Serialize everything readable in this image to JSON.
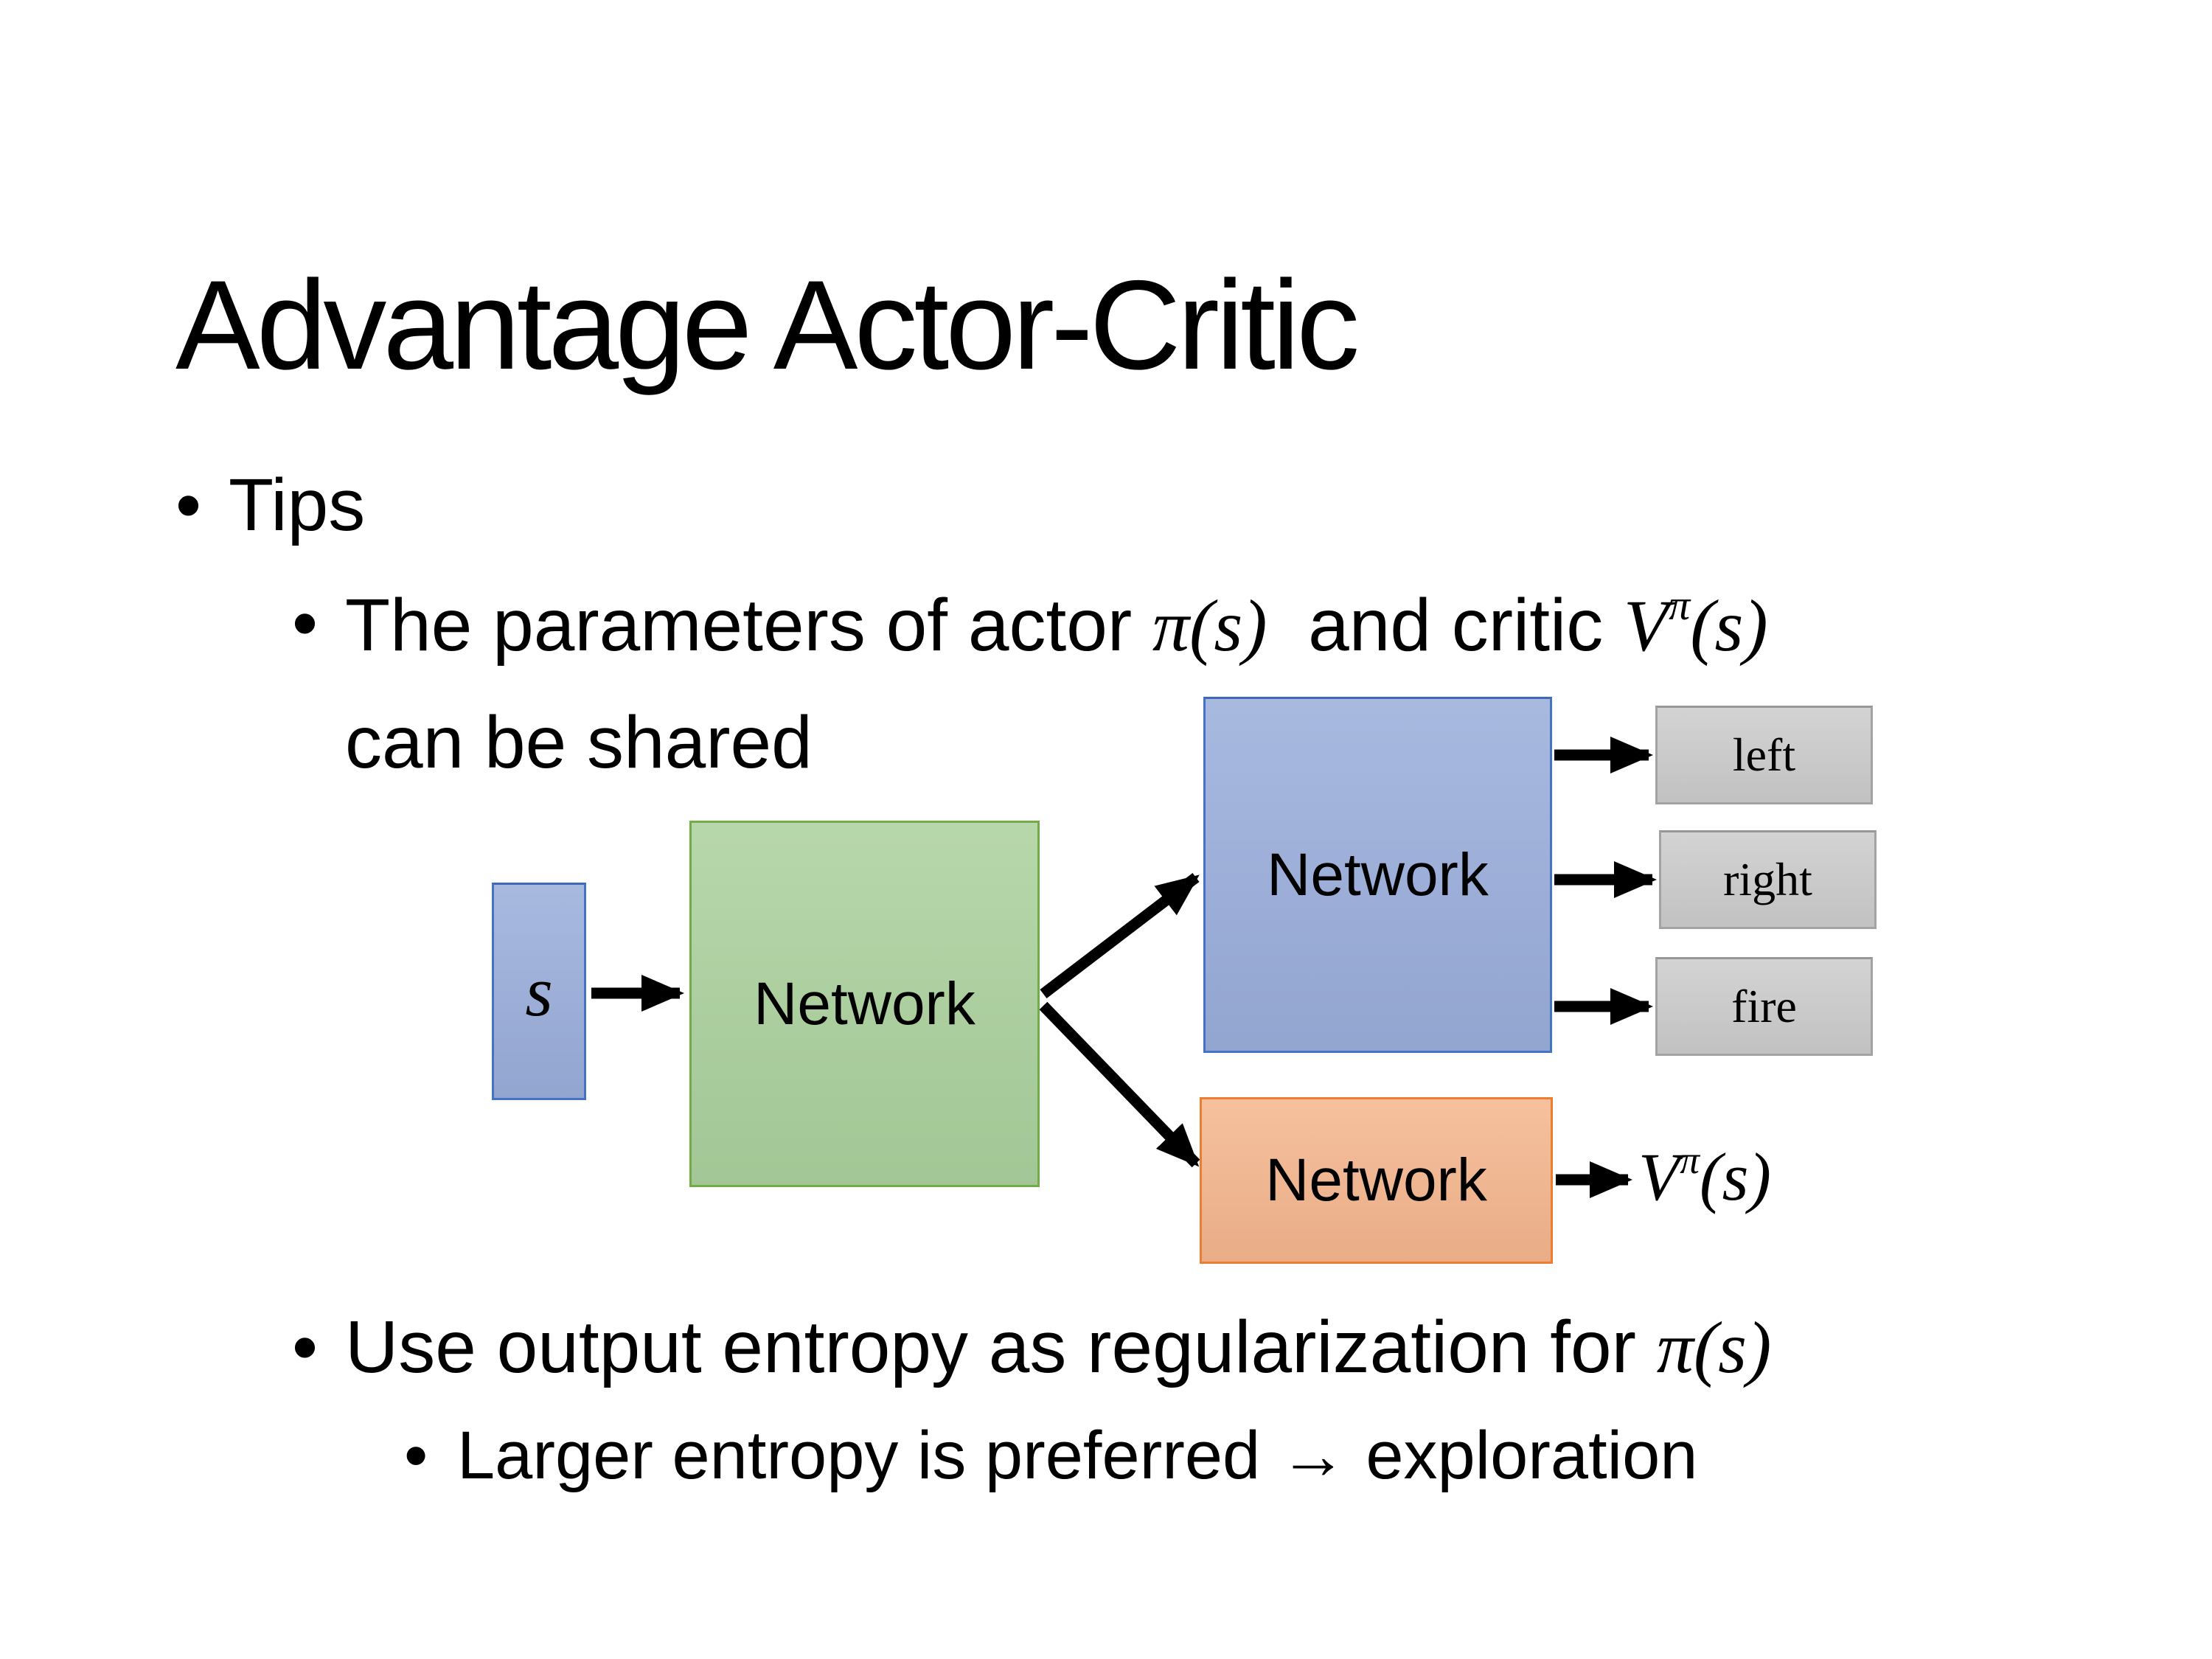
{
  "slide": {
    "title": "Advantage Actor-Critic",
    "bullet_char": "•",
    "bullets": {
      "tips": "Tips",
      "params_pre": "The parameters of actor ",
      "params_math1": "π(s)",
      "params_mid": "  and critic ",
      "params_V": "V",
      "params_V_sup": "π",
      "params_V_args": "(s)",
      "params_line2": "can be shared",
      "entropy_pre": "Use output entropy as regularization for ",
      "entropy_math": "π(s)",
      "exploration": "Larger entropy is preferred → exploration"
    },
    "diagram": {
      "state_label": "s",
      "shared_network_label": "Network",
      "actor_network_label": "Network",
      "critic_network_label": "Network",
      "actions": [
        "left",
        "right",
        "fire"
      ],
      "value_V": "V",
      "value_sup": "π",
      "value_args": "(s)"
    }
  },
  "theme": {
    "blue_fill": "#9AAEDB",
    "blue_border": "#4472C4",
    "green_fill": "#ABD19D",
    "green_border": "#70AD47",
    "orange_fill": "#F5B68E",
    "orange_border": "#ED7D31",
    "gray_fill": "#CCCCCC",
    "gray_border": "#A3A3A3",
    "arrow_color": "#000000"
  }
}
